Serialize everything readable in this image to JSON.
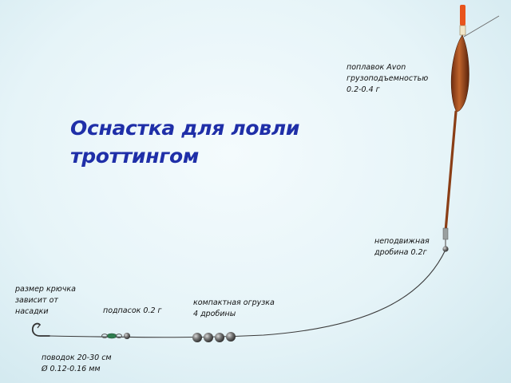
{
  "title": {
    "line1": "Оснастка для ловли",
    "line2": "троттингом"
  },
  "labels": {
    "float": {
      "line1": "поплавок Avon",
      "line2": "грузоподъемностью",
      "line3": "0.2-0.4 г"
    },
    "fixed_shot": {
      "line1": "неподвижная",
      "line2": "дробина 0.2г"
    },
    "hook_size": {
      "line1": "размер крючка",
      "line2": "зависит от",
      "line3": "насадки"
    },
    "dropper_shot": {
      "line1": "подпасок 0.2 г"
    },
    "bulk_weight": {
      "line1": "компактная огрузка",
      "line2": "4 дробины"
    },
    "leader": {
      "line1": "поводок 20-30 см",
      "line2": "Ø 0.12-0.16 мм"
    }
  },
  "colors": {
    "title": "#1f2fa8",
    "line": "#3a3a3a",
    "float_body": "#9a4a1e",
    "float_tip": "#e8541c",
    "shot": "#6b6b6b",
    "swivel": "#2e7d4f"
  }
}
